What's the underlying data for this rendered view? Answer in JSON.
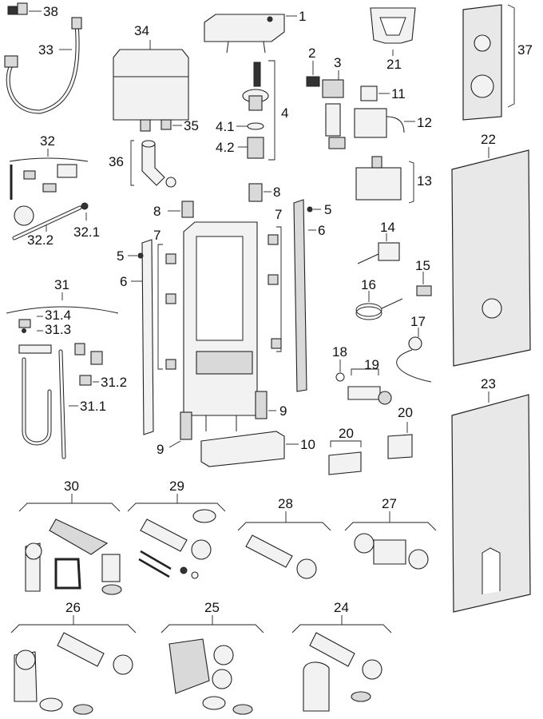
{
  "callouts": [
    {
      "id": "1",
      "text": "1"
    },
    {
      "id": "2",
      "text": "2"
    },
    {
      "id": "3",
      "text": "3"
    },
    {
      "id": "4",
      "text": "4"
    },
    {
      "id": "4.1",
      "text": "4.1"
    },
    {
      "id": "4.2",
      "text": "4.2"
    },
    {
      "id": "5a",
      "text": "5"
    },
    {
      "id": "5b",
      "text": "5"
    },
    {
      "id": "6a",
      "text": "6"
    },
    {
      "id": "6b",
      "text": "6"
    },
    {
      "id": "7a",
      "text": "7"
    },
    {
      "id": "7b",
      "text": "7"
    },
    {
      "id": "8a",
      "text": "8"
    },
    {
      "id": "8b",
      "text": "8"
    },
    {
      "id": "9a",
      "text": "9"
    },
    {
      "id": "9b",
      "text": "9"
    },
    {
      "id": "10",
      "text": "10"
    },
    {
      "id": "11",
      "text": "11"
    },
    {
      "id": "12",
      "text": "12"
    },
    {
      "id": "13",
      "text": "13"
    },
    {
      "id": "14",
      "text": "14"
    },
    {
      "id": "15",
      "text": "15"
    },
    {
      "id": "16",
      "text": "16"
    },
    {
      "id": "17",
      "text": "17"
    },
    {
      "id": "18",
      "text": "18"
    },
    {
      "id": "19",
      "text": "19"
    },
    {
      "id": "20a",
      "text": "20"
    },
    {
      "id": "20b",
      "text": "20"
    },
    {
      "id": "21",
      "text": "21"
    },
    {
      "id": "22",
      "text": "22"
    },
    {
      "id": "23",
      "text": "23"
    },
    {
      "id": "24",
      "text": "24"
    },
    {
      "id": "25",
      "text": "25"
    },
    {
      "id": "26",
      "text": "26"
    },
    {
      "id": "27",
      "text": "27"
    },
    {
      "id": "28",
      "text": "28"
    },
    {
      "id": "29",
      "text": "29"
    },
    {
      "id": "30",
      "text": "30"
    },
    {
      "id": "31",
      "text": "31"
    },
    {
      "id": "31.1",
      "text": "31.1"
    },
    {
      "id": "31.2",
      "text": "31.2"
    },
    {
      "id": "31.3",
      "text": "31.3"
    },
    {
      "id": "31.4",
      "text": "31.4"
    },
    {
      "id": "32",
      "text": "32"
    },
    {
      "id": "32.1",
      "text": "32.1"
    },
    {
      "id": "32.2",
      "text": "32.2"
    },
    {
      "id": "33",
      "text": "33"
    },
    {
      "id": "34",
      "text": "34"
    },
    {
      "id": "35",
      "text": "35"
    },
    {
      "id": "36",
      "text": "36"
    },
    {
      "id": "37",
      "text": "37"
    },
    {
      "id": "38",
      "text": "38"
    }
  ]
}
